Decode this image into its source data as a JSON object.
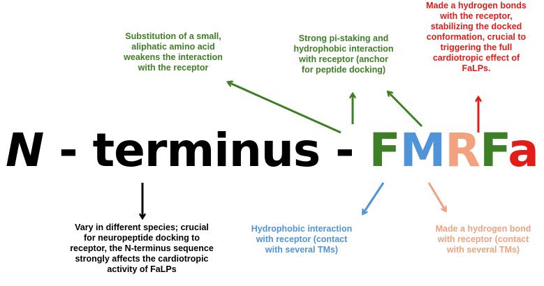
{
  "sequence": {
    "n_letter": "N",
    "prefix": " - terminus - ",
    "residues": [
      {
        "letter": "F",
        "color": "#3d7f24"
      },
      {
        "letter": "M",
        "color": "#4f94d8"
      },
      {
        "letter": "R",
        "color": "#f2a27f"
      },
      {
        "letter": "F",
        "color": "#3d7f24"
      },
      {
        "letter": "a",
        "color": "#e41b17"
      }
    ]
  },
  "annotations": {
    "substitution": {
      "color": "#3d7f24",
      "lines": [
        "Substitution of a small,",
        "aliphatic amino acid",
        "weakens the interaction",
        "with the receptor"
      ]
    },
    "pi_stacking": {
      "color": "#3d7f24",
      "lines": [
        "Strong pi-staking and",
        "hydrophobic interaction",
        "with receptor (anchor",
        "for peptide docking)"
      ]
    },
    "amide": {
      "color": "#e41b17",
      "lines": [
        "Made a hydrogen bonds",
        "with the receptor,",
        "stabilizing the docked",
        "conformation, crucial to",
        "triggering the full",
        "cardiotropic effect of",
        "FaLPs."
      ]
    },
    "n_terminus": {
      "color": "#000000",
      "lines": [
        "Vary in different species; crucial",
        "for neuropeptide docking to",
        "receptor, the N-terminus sequence",
        "strongly affects the cardiotropic",
        "activity of FaLPs"
      ]
    },
    "methionine": {
      "color": "#4f94d8",
      "lines": [
        "Hydrophobic interaction",
        "with receptor (contact",
        "with several TMs)"
      ]
    },
    "arginine": {
      "color": "#f2a27f",
      "lines": [
        "Made a hydrogen bond",
        "with receptor (contact",
        "with several TMs)"
      ]
    }
  }
}
